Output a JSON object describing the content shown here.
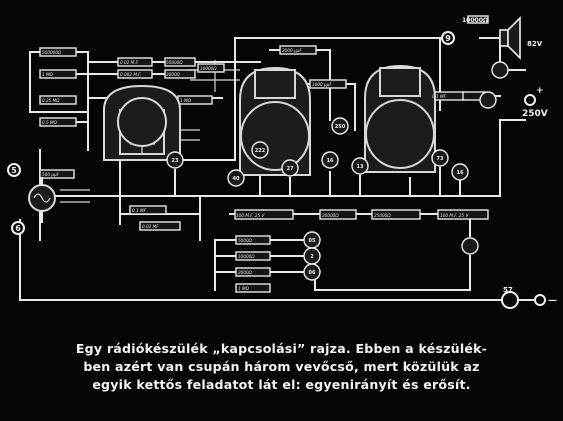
{
  "schematic": {
    "terminals": {
      "t1": "5",
      "t2": "6",
      "t3": "9",
      "t4": "57"
    },
    "speaker": {
      "resistor": "10000Ω",
      "label": "82V"
    },
    "supply": "250V",
    "plus": "+",
    "minus": "—",
    "tiny_labels": [
      "500000Ω",
      "0.02 M.F.",
      "2000 μμF",
      "0.002 M.F.",
      "1 MΩ",
      "50000Ω",
      "2000Ω",
      "0.25 MΩ",
      "100 M.F. 25 V",
      "20000Ω",
      "100 M.F. 25 V",
      "25000Ω",
      "0.1 MF",
      "0.02 MF",
      "0.5 MΩ",
      "1 MΩ",
      "5000Ω",
      "10000Ω",
      "1000 μμF",
      "2000Ω",
      "1 MΩ",
      "0.1 MF",
      "10000Ω",
      "500 μμF"
    ],
    "meter_labels": [
      "23",
      "222",
      "40",
      "27",
      "16",
      "13",
      "73",
      "16",
      "250",
      "05",
      "2",
      "06"
    ]
  },
  "caption": {
    "line1": "Egy rádiókészülék „kapcsolási” rajza. Ebben a készülék-",
    "line2": "ben azért van csupán három vevőcső, mert közülük az",
    "line3": "egyik kettős feladatot lát el: egyenirányít és erősít."
  }
}
